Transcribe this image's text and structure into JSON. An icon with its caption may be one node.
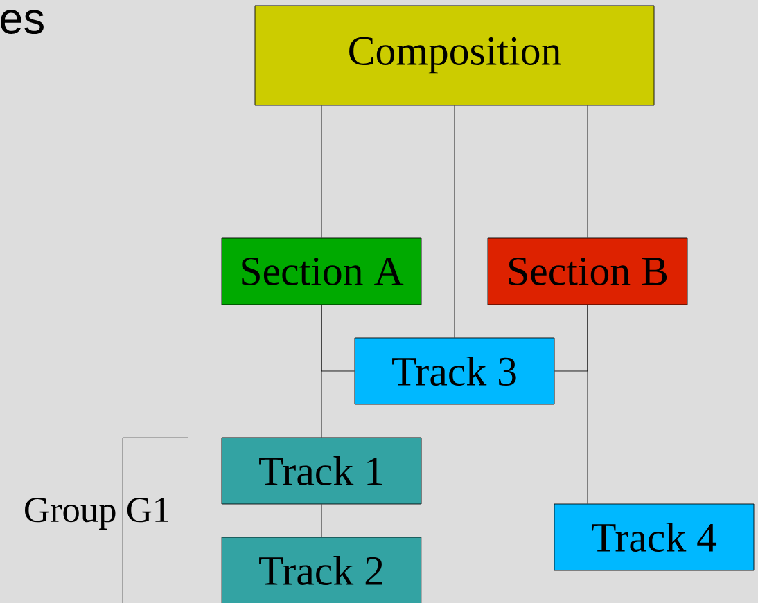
{
  "diagram": {
    "nodes": [
      {
        "text": [
          "Composition"
        ]
      },
      {
        "text": [
          "Section A"
        ]
      },
      {
        "text": [
          "Section B"
        ]
      },
      {
        "text": [
          "Track 3"
        ]
      },
      {
        "text": [
          "Track 1"
        ]
      },
      {
        "text": [
          "Track 4"
        ]
      },
      {
        "text": [
          "Track 2"
        ]
      }
    ],
    "edges": [
      {
        "from": 0,
        "to": 1,
        "arrow": "none"
      },
      {
        "from": 0,
        "to": 3,
        "arrow": "none"
      },
      {
        "from": 0,
        "to": 2,
        "arrow": "none"
      },
      {
        "from": 1,
        "to": 4,
        "arrow": "none"
      },
      {
        "from": 1,
        "to": 3,
        "arrow": "none"
      },
      {
        "from": 2,
        "to": 3,
        "arrow": "none"
      },
      {
        "from": 2,
        "to": 5,
        "arrow": "none"
      },
      {
        "from": 4,
        "to": 6,
        "arrow": "none"
      }
    ],
    "labels": [
      "es",
      "Group G1"
    ]
  }
}
